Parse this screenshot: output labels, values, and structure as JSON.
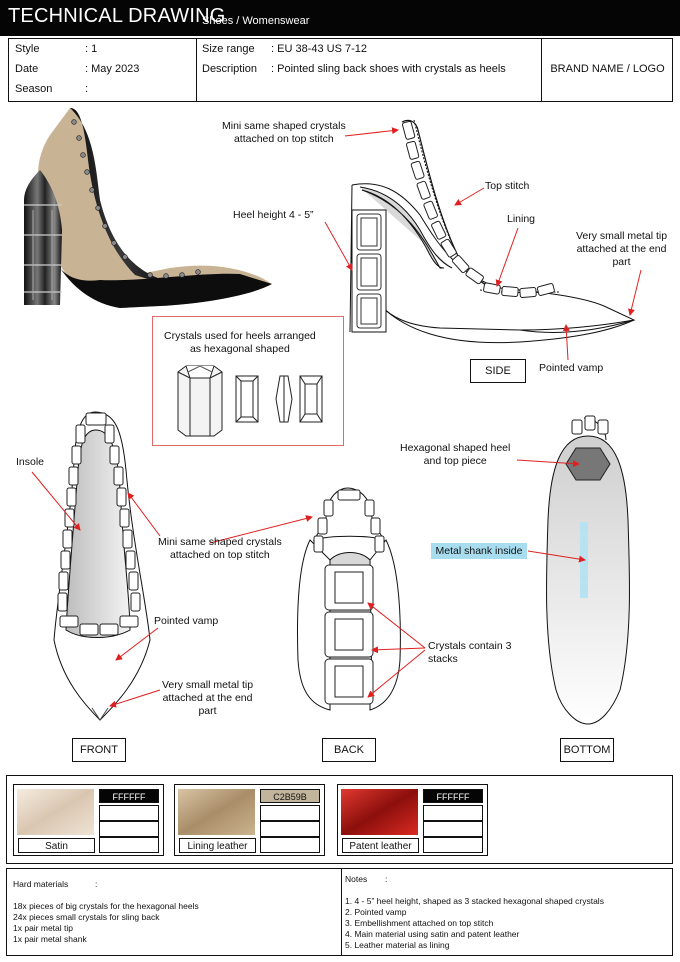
{
  "header": {
    "title": "TECHNICAL DRAWING",
    "subtitle": "Shoes  /  Womenswear"
  },
  "info": {
    "style_label": "Style",
    "style_value": ": 1",
    "date_label": "Date",
    "date_value": ": May 2023",
    "season_label": "Season",
    "season_value": ":",
    "size_label": "Size range",
    "size_value": ": EU 38-43 US 7-12",
    "desc_label": "Description",
    "desc_value": ": Pointed sling back shoes with crystals as heels",
    "brand": "BRAND NAME / LOGO"
  },
  "annotations": {
    "mini_crystals_side": "Mini same shaped crystals\nattached on top stitch",
    "top_stitch": "Top stitch",
    "heel_height": "Heel height 4 - 5”",
    "lining": "Lining",
    "metal_tip_side": "Very small metal tip\nattached at the end\npart",
    "pointed_vamp_side": "Pointed vamp",
    "crystals_heels": "Crystals used for heels arranged\nas hexagonal shaped",
    "insole": "Insole",
    "mini_crystals_front": "Mini same shaped crystals\nattached on top stitch",
    "pointed_vamp_front": "Pointed vamp",
    "metal_tip_front": "Very small metal tip\nattached at the end\npart",
    "hex_heel": "Hexagonal shaped heel\nand top piece",
    "metal_shank": "Metal shank inside",
    "crystal_stacks": "Crystals contain 3\nstacks"
  },
  "views": {
    "side": "SIDE",
    "front": "FRONT",
    "back": "BACK",
    "bottom": "BOTTOM"
  },
  "swatches": [
    {
      "name": "Satin",
      "code": "FFFFFF",
      "code_bg": "#050505",
      "code_fg": "#ffffff",
      "color": "#e7d9c8"
    },
    {
      "name": "Lining leather",
      "code": "C2B59B",
      "code_bg": "#c2b59b",
      "code_fg": "#111111",
      "color": "#c2ab8a"
    },
    {
      "name": "Patent leather",
      "code": "FFFFFF",
      "code_bg": "#050505",
      "code_fg": "#ffffff",
      "color": "#c0221d"
    }
  ],
  "hard_materials": {
    "title": "Hard materials",
    "colon": ":",
    "items": [
      "18x pieces of big crystals for the hexagonal heels",
      "24x pieces small crystals for sling back",
      "1x pair metal tip",
      "1x pair metal shank"
    ]
  },
  "notes": {
    "title": "Notes",
    "colon": ":",
    "items": [
      "1. 4 - 5” heel height, shaped as 3 stacked hexagonal shaped crystals",
      "2. Pointed vamp",
      "3. Embellishment attached on top stitch",
      "4. Main material using satin and patent leather",
      "5. Leather material as lining"
    ]
  },
  "colors": {
    "arrow": "#e02020",
    "crystal_box_border": "#e06a6a",
    "shank_highlight": "#a8dcef",
    "shank_fill": "#b8e2f2"
  }
}
